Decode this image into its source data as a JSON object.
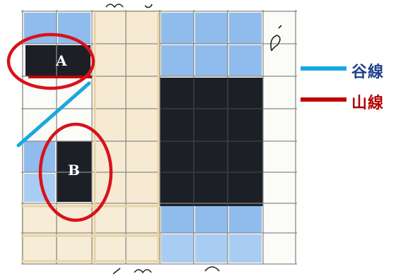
{
  "labels": {
    "a": "A",
    "b": "B"
  },
  "legend": {
    "valley": {
      "text": "谷線",
      "color": "#1aa7e0",
      "text_color": "#1f3f8a"
    },
    "mountain": {
      "text": "山線",
      "color": "#c00000",
      "text_color": "#b00000"
    }
  },
  "colors": {
    "blue_cell": "#8fbcec",
    "blue_cell_light": "#a9cdf2",
    "black_cell": "#1c2026",
    "tan_border": "#e8d3a8",
    "grid_line": "#8a8a8a",
    "circle": "#d9111b"
  }
}
